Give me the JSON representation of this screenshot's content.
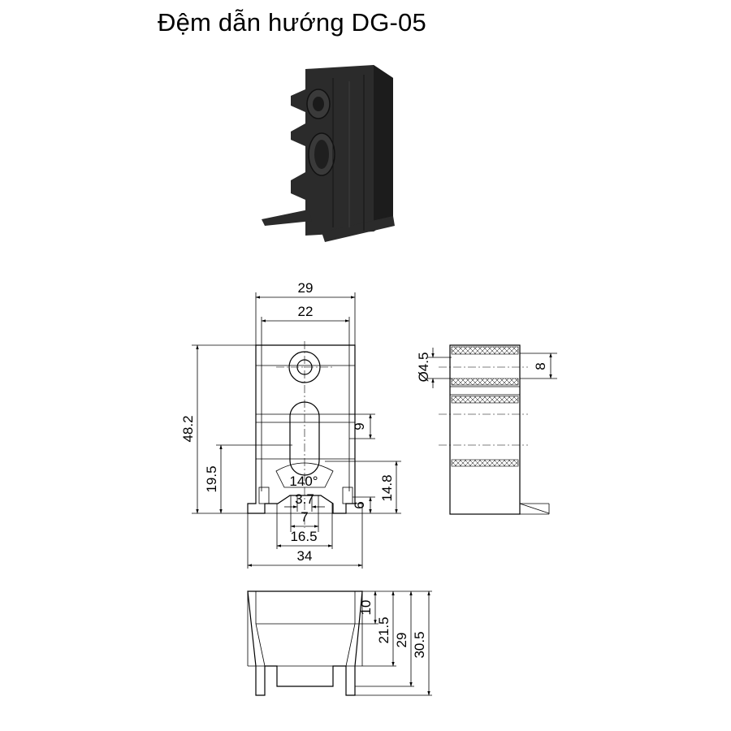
{
  "title": "Đệm dẫn hướng DG-05",
  "product_image": {
    "color": "#2b2b2b",
    "description_icon": "guide-pad-3d-render"
  },
  "front_view": {
    "dims": {
      "w29": "29",
      "w22": "22",
      "h48_2": "48.2",
      "h19_5": "19.5",
      "h9": "9",
      "angle": "140°",
      "w3_7": "3.7",
      "w7": "7",
      "w16_5": "16.5",
      "w34": "34",
      "h14_8": "14.8",
      "h6": "6"
    }
  },
  "side_view": {
    "dims": {
      "d4_5": "Ø4.5",
      "h8": "8"
    }
  },
  "bottom_view": {
    "dims": {
      "h10": "10",
      "h21_5": "21.5",
      "h29": "29",
      "h30_5": "30.5"
    }
  }
}
